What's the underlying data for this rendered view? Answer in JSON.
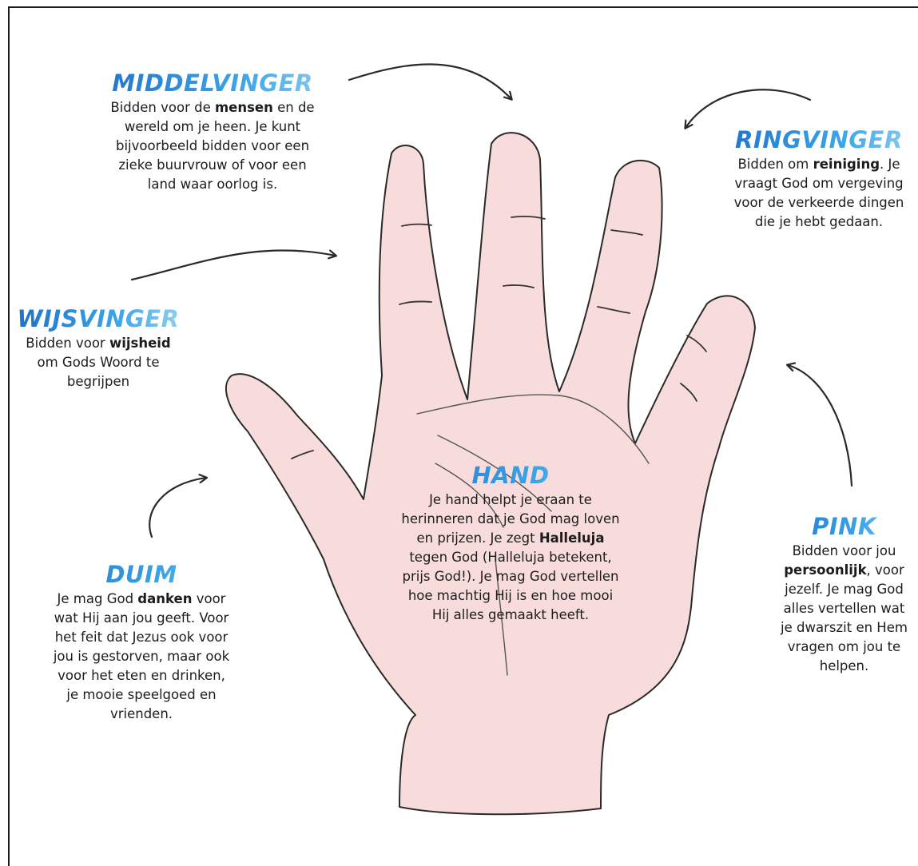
{
  "colors": {
    "accent_from": "#1f6fc9",
    "accent_to": "#8fd0f3",
    "hand_fill": "#f8dcdc",
    "ink": "#2a2a2a"
  },
  "sections": {
    "middelvinger": {
      "title": "MIDDELVINGER",
      "lines": [
        [
          "Bidden voor de ",
          {
            "b": "mensen"
          },
          " en de"
        ],
        [
          "wereld om je heen. Je kunt"
        ],
        [
          "bijvoorbeeld bidden voor een"
        ],
        [
          "zieke buurvrouw of voor een"
        ],
        [
          "land waar oorlog is."
        ]
      ]
    },
    "ringvinger": {
      "title": "RINGVINGER",
      "lines": [
        [
          "Bidden om ",
          {
            "b": "reiniging"
          },
          ". Je"
        ],
        [
          "vraagt God om vergeving"
        ],
        [
          "voor de verkeerde dingen"
        ],
        [
          "die je hebt gedaan."
        ]
      ]
    },
    "wijsvinger": {
      "title": "WIJSVINGER",
      "lines": [
        [
          "Bidden voor ",
          {
            "b": "wijsheid"
          }
        ],
        [
          "om Gods Woord te"
        ],
        [
          "begrijpen"
        ]
      ]
    },
    "hand": {
      "title": "HAND",
      "lines": [
        [
          "Je hand helpt je eraan te"
        ],
        [
          "herinneren dat je God mag loven"
        ],
        [
          "en prijzen. Je zegt ",
          {
            "b": "Halleluja"
          }
        ],
        [
          "tegen God (Halleluja betekent,"
        ],
        [
          "prijs God!). Je mag God vertellen"
        ],
        [
          "hoe machtig Hij is en hoe mooi"
        ],
        [
          "Hij alles gemaakt heeft."
        ]
      ]
    },
    "pink": {
      "title": "PINK",
      "lines": [
        [
          "Bidden voor jou"
        ],
        [
          {
            "b": "persoonlijk"
          },
          ", voor"
        ],
        [
          "jezelf. Je mag God"
        ],
        [
          "alles vertellen wat"
        ],
        [
          "je dwarszit en Hem"
        ],
        [
          "vragen om jou te"
        ],
        [
          "helpen."
        ]
      ]
    },
    "duim": {
      "title": "DUIM",
      "lines": [
        [
          "Je mag God ",
          {
            "b": "danken"
          },
          " voor"
        ],
        [
          "wat Hij aan jou geeft. Voor"
        ],
        [
          "het feit dat Jezus ook voor"
        ],
        [
          "jou is gestorven, maar ook"
        ],
        [
          "voor het eten en drinken,"
        ],
        [
          "je mooie speelgoed en"
        ],
        [
          "vrienden."
        ]
      ]
    }
  }
}
